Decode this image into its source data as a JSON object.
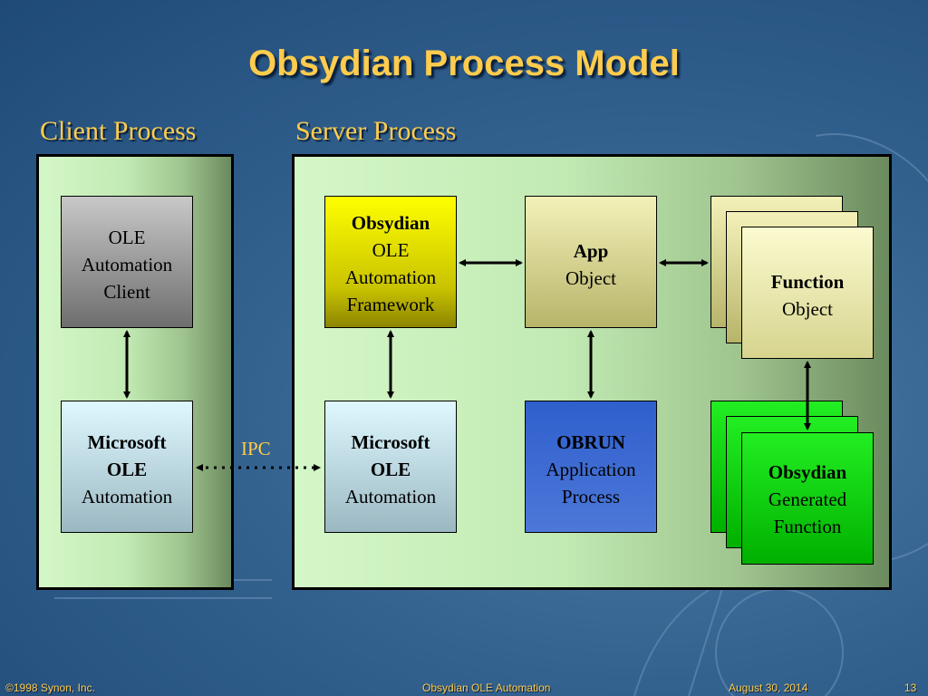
{
  "title": "Obsydian Process Model",
  "sections": {
    "client": "Client Process",
    "server": "Server Process"
  },
  "boxes": {
    "ole_client": [
      "OLE",
      "Automation",
      "Client"
    ],
    "ms_ole_client": [
      "Microsoft",
      "OLE",
      "Automation"
    ],
    "framework": [
      "Obsydian",
      "OLE",
      "Automation",
      "Framework"
    ],
    "ms_ole_server": [
      "Microsoft",
      "OLE",
      "Automation"
    ],
    "app_object": [
      "App",
      "Object"
    ],
    "obrun": [
      "OBRUN",
      "Application",
      "Process"
    ],
    "function_object": [
      "Function",
      "Object"
    ],
    "generated_function": [
      "Obsydian",
      "Generated",
      "Function"
    ]
  },
  "ipc_label": "IPC",
  "footer": {
    "copyright": "©1998 Synon, Inc.",
    "center": "Obsydian OLE Automation",
    "date": "August 30, 2014",
    "page": "13"
  },
  "colors": {
    "title": "#ffcc4d",
    "background": "#33628f",
    "panel": "#c2eab3"
  }
}
